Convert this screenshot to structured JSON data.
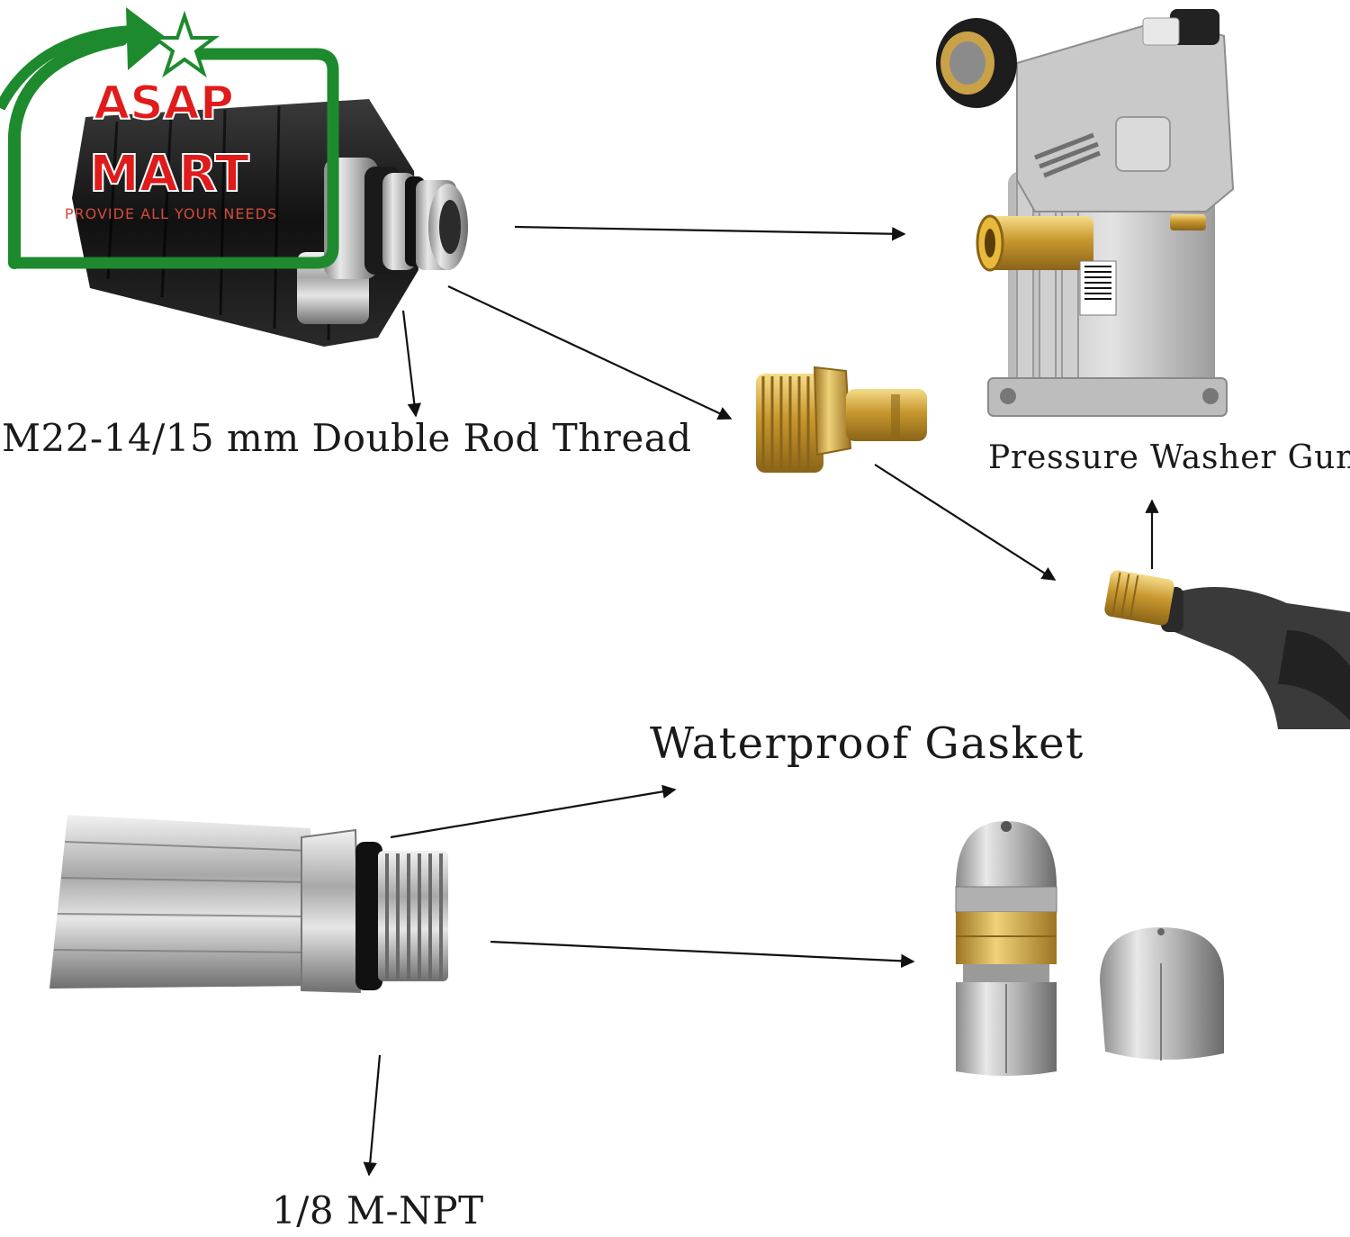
{
  "logo": {
    "line1": "ASAP",
    "line2": "MART",
    "tagline": "PROVIDE ALL YOUR NEEDS",
    "colors": {
      "frame": "#1e8a2e",
      "text": "#e01b1b",
      "tagline": "#c0392b"
    }
  },
  "labels": {
    "thread": "M22-14/15 mm Double Rod Thread",
    "washer_gun": "Pressure Washer Gun",
    "gasket": "Waterproof Gasket",
    "npt": "1/8 M-NPT"
  },
  "components": [
    {
      "name": "m22-connector",
      "icon": "black-threaded-coupler"
    },
    {
      "name": "pressure-washer-pump",
      "icon": "pump"
    },
    {
      "name": "brass-quick-connect-adapter",
      "icon": "brass-plug"
    },
    {
      "name": "washer-gun-tip",
      "icon": "spray-gun"
    },
    {
      "name": "hose-fitting",
      "icon": "steel-fitting"
    },
    {
      "name": "rotating-sewer-nozzle",
      "icon": "rotating-nozzle"
    },
    {
      "name": "nozzle-cap",
      "icon": "steel-cap"
    }
  ]
}
